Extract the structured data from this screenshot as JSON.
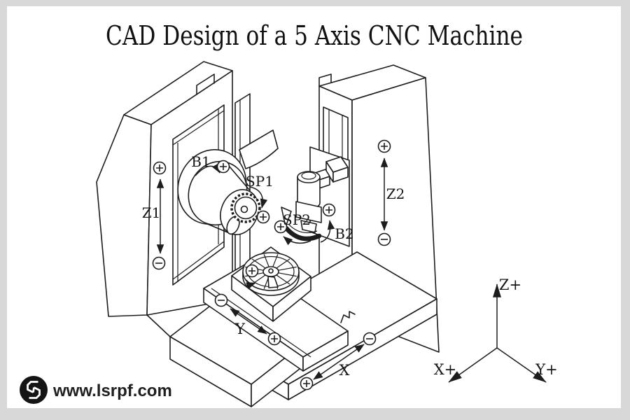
{
  "page": {
    "title": "CAD Design of a 5 Axis CNC Machine",
    "frame_color": "#d8d8d8",
    "paper_color": "#ffffff",
    "line_color": "#1d1d1d"
  },
  "machine_labels": {
    "b1": "B1",
    "b2": "B2",
    "sp1": "SP1",
    "sp2": "SP2",
    "z1": "Z1",
    "z2": "Z2",
    "x_axis": "X",
    "y_axis": "Y"
  },
  "direction_symbols": {
    "positive": "⊕",
    "negative": "⊖"
  },
  "coordinate_triad": {
    "z_plus": "Z+",
    "x_plus": "X+",
    "y_plus": "Y+"
  },
  "branding": {
    "website": "www.lsrpf.com",
    "logo_color": "#141414"
  }
}
